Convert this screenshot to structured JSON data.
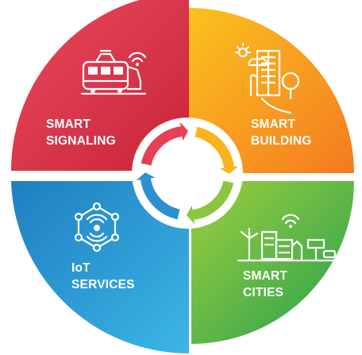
{
  "segments": [
    {
      "id": "signaling",
      "line1": "SMART",
      "line2": "SIGNALING",
      "icon": "train-wifi-icon",
      "color_a": "#e64056",
      "color_b": "#c7253a"
    },
    {
      "id": "building",
      "line1": "SMART",
      "line2": "BUILDING",
      "icon": "building-tree-icon",
      "color_a": "#fbb31d",
      "color_b": "#f47f20"
    },
    {
      "id": "iot",
      "line1": "IoT",
      "line2": "SERVICES",
      "icon": "iot-network-icon",
      "color_a": "#2c8fcf",
      "color_b": "#35b1e4"
    },
    {
      "id": "cities",
      "line1": "SMART",
      "line2": "CITIES",
      "icon": "city-windmill-icon",
      "color_a": "#8cc63f",
      "color_b": "#2fa84f"
    }
  ],
  "center": {
    "icon": "cycle-arrows-icon",
    "arrow_colors": [
      "#e64056",
      "#8cc63f",
      "#2c8fcf",
      "#fbb31d"
    ]
  }
}
